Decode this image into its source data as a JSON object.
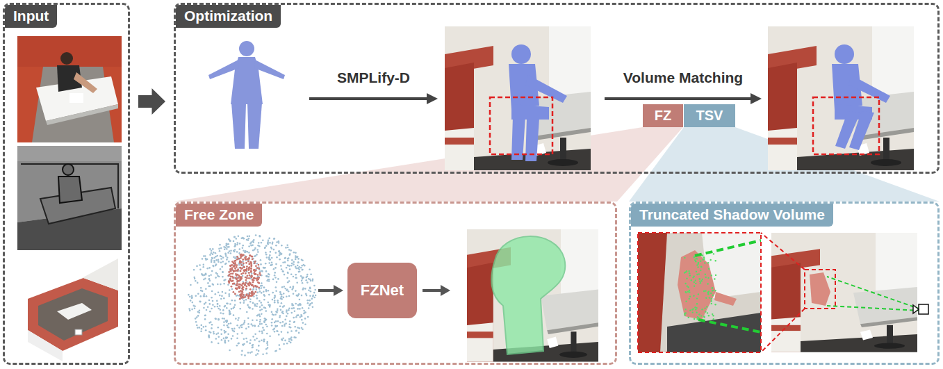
{
  "diagram": {
    "nodes": [
      {
        "text": [
          "Input"
        ]
      },
      {
        "text": [
          "Optimization"
        ]
      },
      {
        "text": [
          "FZ"
        ],
        "in": 1
      },
      {
        "text": [
          "TSV"
        ],
        "in": 1
      },
      {
        "text": [
          "Free Zone"
        ]
      },
      {
        "text": [
          "FZNet"
        ],
        "in": 4
      },
      {
        "text": [
          "Truncated Shadow Volume"
        ]
      }
    ],
    "edges": [
      {
        "from": 0,
        "to": 1,
        "arrow": "to"
      }
    ],
    "labels": [
      "SMPLify-D",
      "Volume Matching"
    ]
  }
}
